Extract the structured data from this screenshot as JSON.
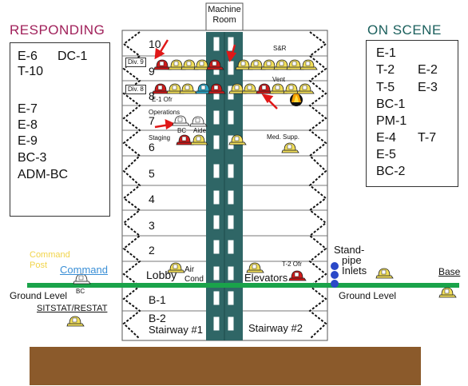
{
  "machine_room_label": "Machine\nRoom",
  "responding": {
    "title": "RESPONDING",
    "title_color": "#a0205a",
    "units": [
      "E-6",
      "DC-1",
      "T-10",
      "E-7",
      "E-8",
      "E-9",
      "BC-3",
      "ADM-BC"
    ]
  },
  "on_scene": {
    "title": "ON SCENE",
    "title_color": "#1a5f5c",
    "units": [
      "E-1",
      "T-2",
      "E-2",
      "T-5",
      "E-3",
      "BC-1",
      "PM-1",
      "E-4",
      "T-7",
      "E-5",
      "BC-2"
    ]
  },
  "floors": [
    "10",
    "9",
    "8",
    "7",
    "6",
    "5",
    "4",
    "3",
    "2",
    "Lobby",
    "B-1",
    "B-2"
  ],
  "labels": {
    "div9": "Div. 9",
    "div8": "Div. 8",
    "sr": "S&R",
    "vent": "Vent",
    "e1_ofr": "E-1 Ofr",
    "operations": "Operations",
    "bc": "BC",
    "aide": "Aide",
    "staging": "Staging",
    "med_supp": "Med. Supp.",
    "air_cond": "Air\nCond",
    "elevators": "Elevators",
    "t2_ofr": "T-2 Ofr",
    "stairway1": "Stairway #1",
    "stairway2": "Stairway #2",
    "standpipe": "Stand-\npipe\nInlets",
    "command_post": "Command\nPost",
    "command": "Command",
    "command_bc": "BC",
    "ground_level_left": "Ground Level",
    "ground_level_right": "Ground Level",
    "sitstat": "SITSTAT/RESTAT",
    "base": "Base"
  },
  "colors": {
    "shaft": "#2f6666",
    "ground_line": "#1aa34a",
    "earth": "#8b5a2b",
    "helmet_yellow": "#f2df5a",
    "helmet_red": "#d11a1a",
    "helmet_white": "#ffffff",
    "helmet_blue": "#2aa8c9",
    "arrow_red": "#e01818",
    "command_post_color": "#f1d44a",
    "command_color": "#3a8fd6",
    "inlet_blue": "#2a48c8"
  }
}
